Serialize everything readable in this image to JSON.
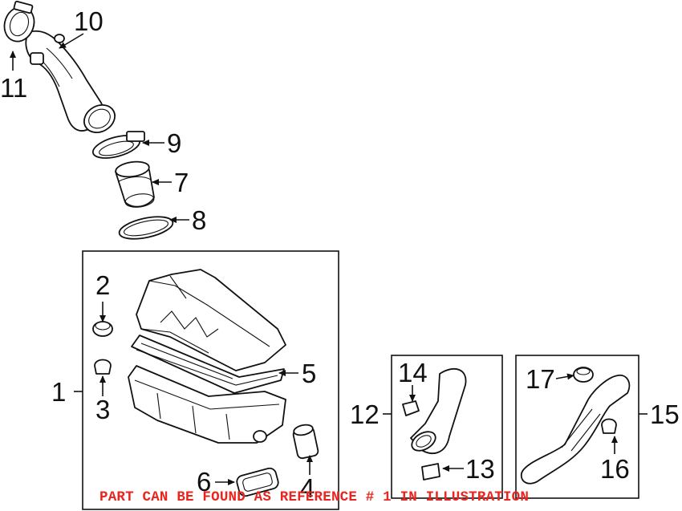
{
  "callouts": [
    "1",
    "2",
    "3",
    "4",
    "5",
    "6",
    "7",
    "8",
    "9",
    "10",
    "11",
    "12",
    "13",
    "14",
    "15",
    "16",
    "17"
  ],
  "notice": {
    "text": "PART CAN BE FOUND AS REFERENCE # 1 IN ILLUSTRATION",
    "color": "#e8251f"
  },
  "line_color": "#111111"
}
